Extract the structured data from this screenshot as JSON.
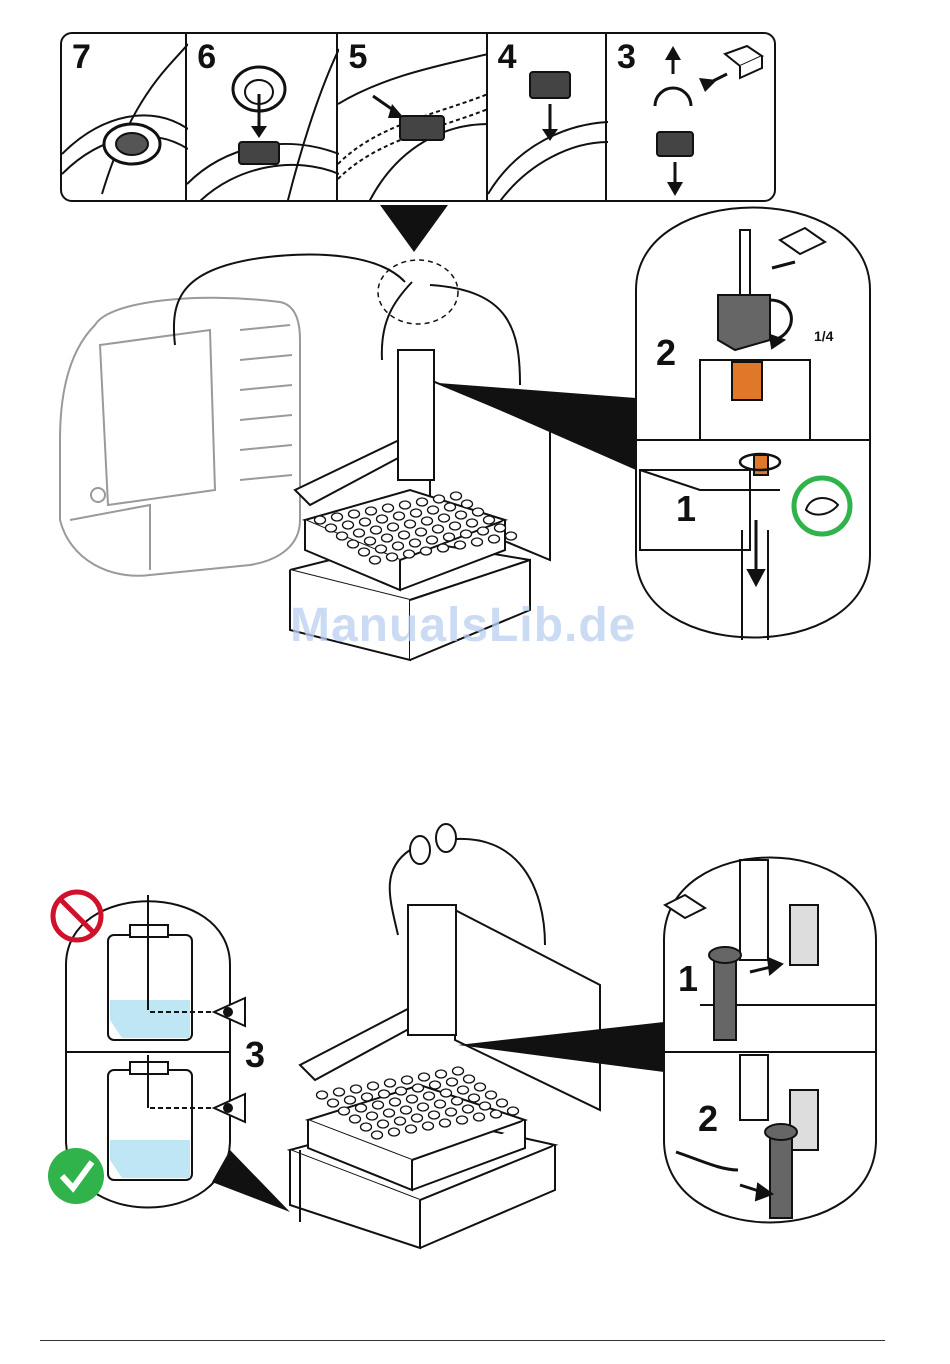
{
  "top_strip": {
    "panels": [
      {
        "step": "7"
      },
      {
        "step": "6"
      },
      {
        "step": "5"
      },
      {
        "step": "4"
      },
      {
        "step": "3"
      }
    ]
  },
  "upper_callout": {
    "step_2": "2",
    "step_1": "1",
    "rotation": "1/4"
  },
  "watermark": "ManualsLib.de",
  "lower_left_callout": {
    "step": "3"
  },
  "lower_right_callout": {
    "step_1": "1",
    "step_2": "2"
  },
  "colors": {
    "line": "#111111",
    "device_gray": "#9a9a9a",
    "liquid": "#bfe6f5",
    "ok_green": "#2fb34a",
    "no_red": "#d0112b",
    "ring_green": "#2fb34a",
    "orange_part": "#e0782a"
  }
}
